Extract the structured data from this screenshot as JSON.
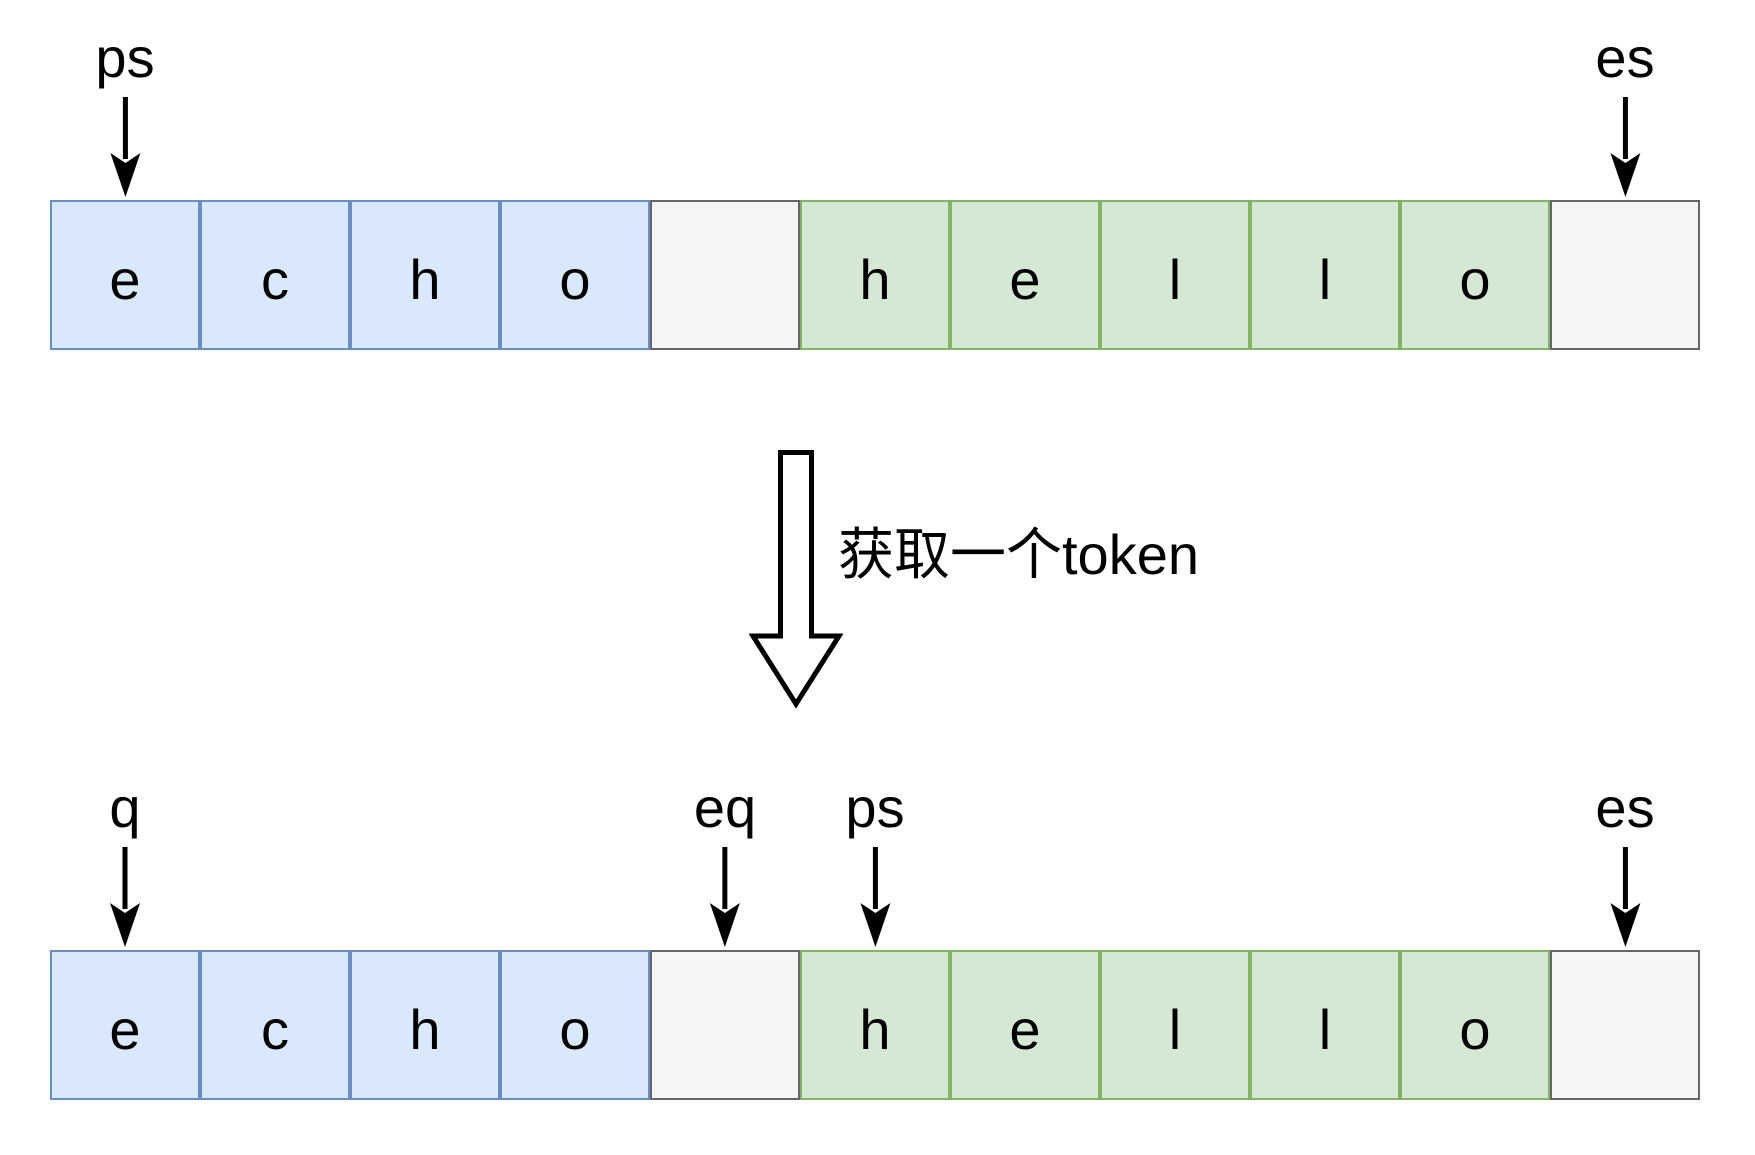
{
  "diagram": {
    "before": {
      "pointers": [
        {
          "label": "ps",
          "cell": 0
        },
        {
          "label": "es",
          "cell": 10
        }
      ],
      "cells": [
        {
          "char": "e",
          "color": "blue"
        },
        {
          "char": "c",
          "color": "blue"
        },
        {
          "char": "h",
          "color": "blue"
        },
        {
          "char": "o",
          "color": "blue"
        },
        {
          "char": "",
          "color": "gray"
        },
        {
          "char": "h",
          "color": "green"
        },
        {
          "char": "e",
          "color": "green"
        },
        {
          "char": "l",
          "color": "green"
        },
        {
          "char": "l",
          "color": "green"
        },
        {
          "char": "o",
          "color": "green"
        },
        {
          "char": "",
          "color": "gray"
        }
      ]
    },
    "transition": {
      "label": "获取一个token",
      "arrow_icon": "hollow-down-arrow"
    },
    "after": {
      "pointers": [
        {
          "label": "q",
          "cell": 0
        },
        {
          "label": "eq",
          "cell": 4
        },
        {
          "label": "ps",
          "cell": 5
        },
        {
          "label": "es",
          "cell": 10
        }
      ],
      "cells": [
        {
          "char": "e",
          "color": "blue"
        },
        {
          "char": "c",
          "color": "blue"
        },
        {
          "char": "h",
          "color": "blue"
        },
        {
          "char": "o",
          "color": "blue"
        },
        {
          "char": "",
          "color": "gray"
        },
        {
          "char": "h",
          "color": "green"
        },
        {
          "char": "e",
          "color": "green"
        },
        {
          "char": "l",
          "color": "green"
        },
        {
          "char": "l",
          "color": "green"
        },
        {
          "char": "o",
          "color": "green"
        },
        {
          "char": "",
          "color": "gray"
        }
      ]
    },
    "colors": {
      "blue_fill": "#dae8fc",
      "blue_border": "#6c8ebf",
      "green_fill": "#d5e8d4",
      "green_border": "#82b366",
      "gray_fill": "#f5f5f5",
      "gray_border": "#666666",
      "arrow": "#000000",
      "background": "#ffffff"
    }
  }
}
